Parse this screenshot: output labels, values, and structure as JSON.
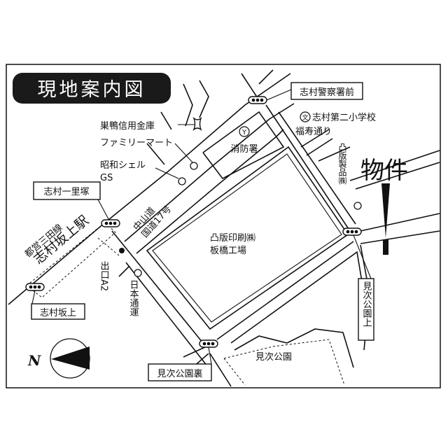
{
  "title": "現地案内図",
  "property_label": "物件",
  "north_label": "N",
  "signals": {
    "police_front": "志村警察署前",
    "ichirizuka": "志村一里塚",
    "sakaue": "志村坂上",
    "mitsugi_ura": "見次公園裏",
    "mitsugi_ue": "見次公園上"
  },
  "landmarks": {
    "bank": "巣鴨信用金庫",
    "familymart": "ファミリーマート",
    "shell_1": "昭和シェル",
    "shell_2": "GS",
    "fire_station": "消防署",
    "school": "志村第二小学校",
    "school_symbol": "文",
    "fukuju_street": "福寿通り",
    "toppan_products": "凸版製品㈱",
    "toppan_factory_1": "凸版印刷㈱",
    "toppan_factory_2": "板橋工場",
    "nakasendo": "中山道",
    "route17": "国道17号",
    "subway_line": "都営三田線",
    "station": "志村坂上駅",
    "exit": "出口A2",
    "nittsu": "日本通運",
    "park": "見次公園"
  },
  "colors": {
    "ink": "#111111",
    "paper": "#ffffff"
  }
}
